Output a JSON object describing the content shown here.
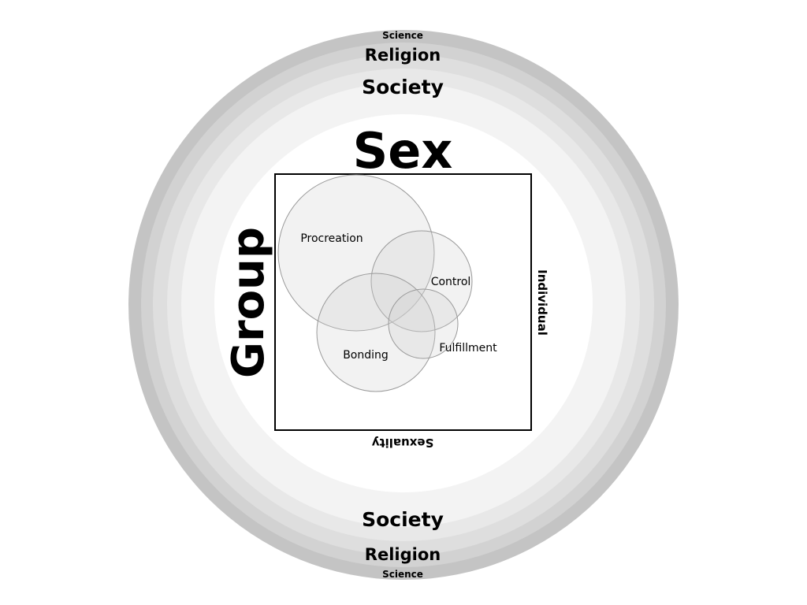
{
  "rings": {
    "outer_top": "Science",
    "middle_top": "Religion",
    "inner_top": "Society",
    "inner_bottom": "Society",
    "middle_bottom": "Religion",
    "outer_bottom": "Science"
  },
  "box": {
    "top_label": "Sex",
    "left_label": "Group",
    "right_label": "Individual",
    "bottom_label": "Sexuality"
  },
  "venn": {
    "procreation": "Procreation",
    "control": "Control",
    "bonding": "Bonding",
    "fulfillment": "Fulfillment"
  },
  "colors": {
    "outer_ring": "#c4c4c4",
    "ring_2": "#d2d2d2",
    "ring_3": "#dedede",
    "ring_4": "#e8e8e8",
    "ring_5": "#f3f3f3",
    "center": "#ffffff",
    "venn_fill": "#cfcfcf",
    "venn_stroke": "#9a9a9a",
    "box_stroke": "#000000"
  }
}
